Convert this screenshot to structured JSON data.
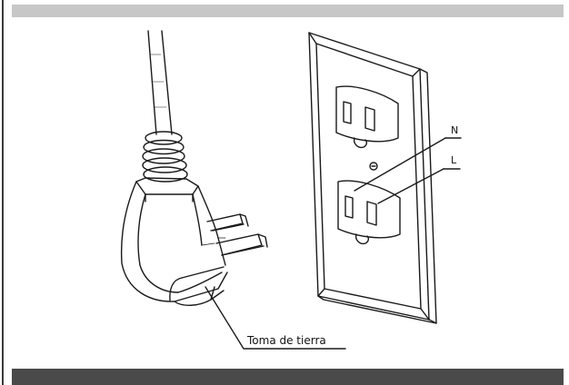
{
  "labels": {
    "neutral": "N",
    "live": "L",
    "ground": "Toma de tierra"
  },
  "colors": {
    "line": "#1a1a1a",
    "top_bar": "#c7c7c7",
    "bottom_bar": "#4a4a4a",
    "left_border": "#3a3a3a"
  },
  "icons": {
    "plug": "grounded-plug-icon",
    "outlet": "duplex-outlet-icon"
  }
}
